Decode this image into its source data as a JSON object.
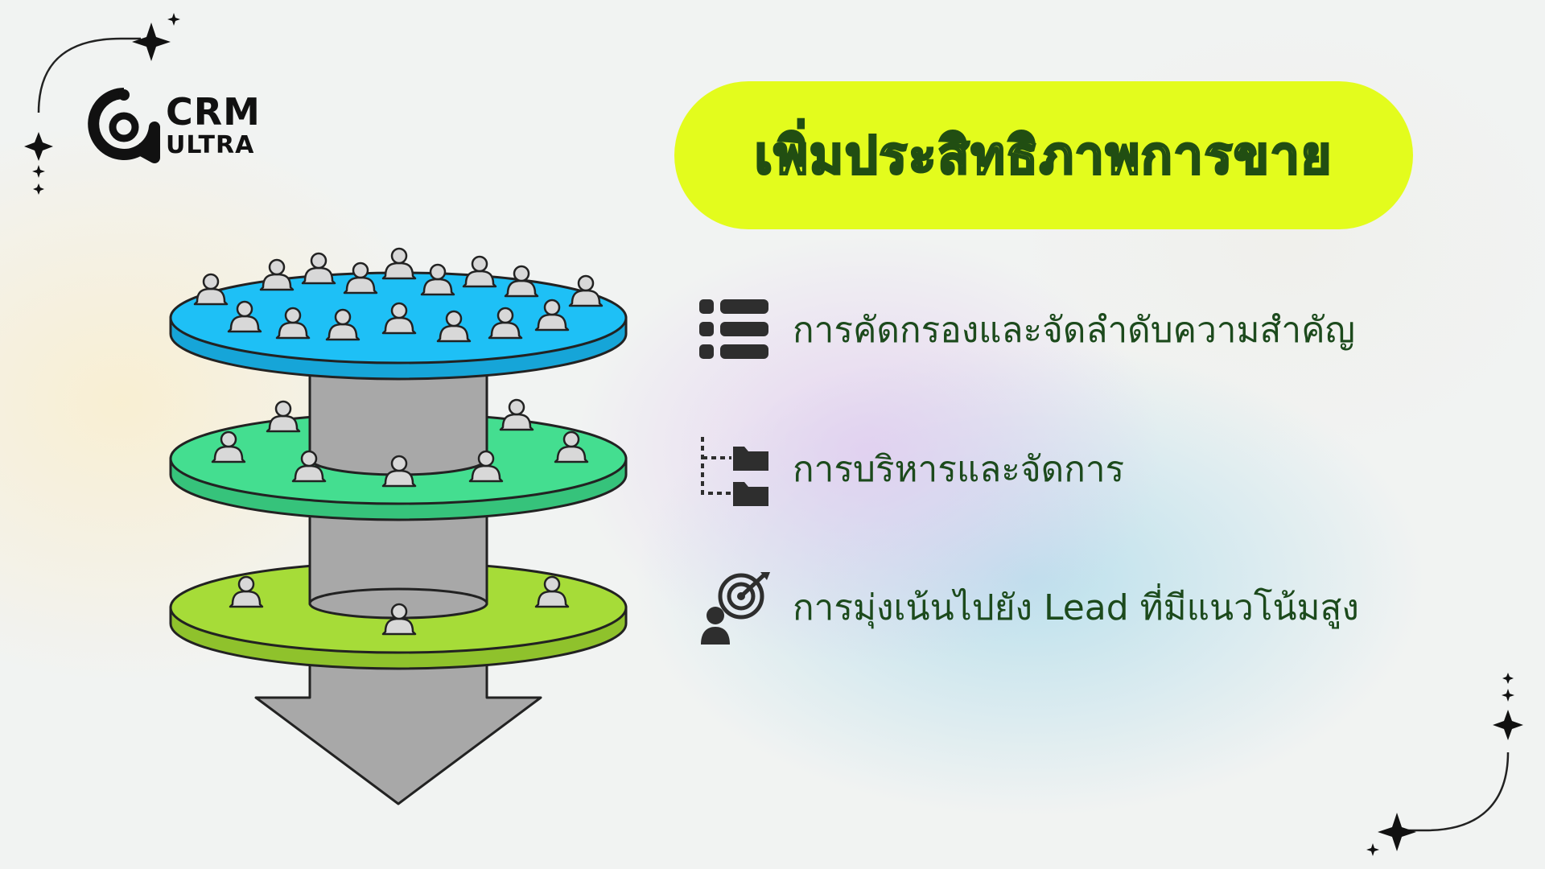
{
  "brand": {
    "line1": "CRM",
    "line2": "ULTRA"
  },
  "title": "เพิ่มประสิทธิภาพการขาย",
  "items": [
    {
      "icon": "list-icon",
      "label": "การคัดกรองและจัดลำดับความสำคัญ"
    },
    {
      "icon": "folder-tree-icon",
      "label": "การบริหารและจัดการ"
    },
    {
      "icon": "target-person-icon",
      "label": "การมุ่งเน้นไปยัง Lead ที่มีแนวโน้มสูง"
    }
  ],
  "colors": {
    "title_pill": "#e3fc1d",
    "title_outline": "#214e12",
    "text": "#1c4a1c",
    "tier_top": "#1ec0f6",
    "tier_middle": "#44de90",
    "tier_bottom": "#a6dc38",
    "core": "#a8a8a8"
  }
}
